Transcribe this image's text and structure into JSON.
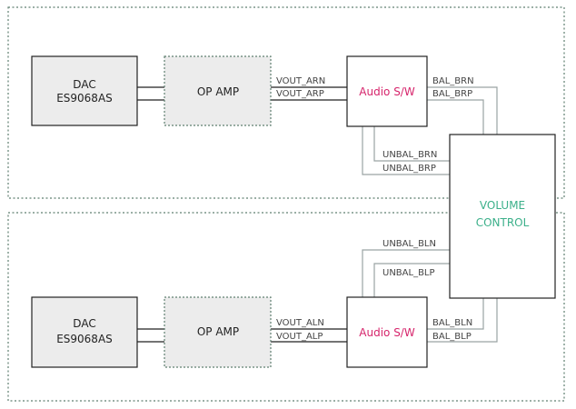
{
  "colors": {
    "audio_sw_text": "#d6246b",
    "volume_text": "#3cb08a",
    "line_black": "#222222",
    "line_gray": "#9aa3a3",
    "panel_border": "#5f7f70",
    "block_fill": "#ececec"
  },
  "top": {
    "dac_line1": "DAC",
    "dac_line2": "ES9068AS",
    "opamp": "OP AMP",
    "vout_n": "VOUT_ARN",
    "vout_p": "VOUT_ARP",
    "audio_sw": "Audio S/W",
    "bal_n": "BAL_BRN",
    "bal_p": "BAL_BRP",
    "unbal_n": "UNBAL_BRN",
    "unbal_p": "UNBAL_BRP"
  },
  "bottom": {
    "dac_line1": "DAC",
    "dac_line2": "ES9068AS",
    "opamp": "OP AMP",
    "vout_n": "VOUT_ALN",
    "vout_p": "VOUT_ALP",
    "audio_sw": "Audio S/W",
    "bal_n": "BAL_BLN",
    "bal_p": "BAL_BLP",
    "unbal_n": "UNBAL_BLN",
    "unbal_p": "UNBAL_BLP"
  },
  "volume": {
    "line1": "VOLUME",
    "line2": "CONTROL"
  }
}
